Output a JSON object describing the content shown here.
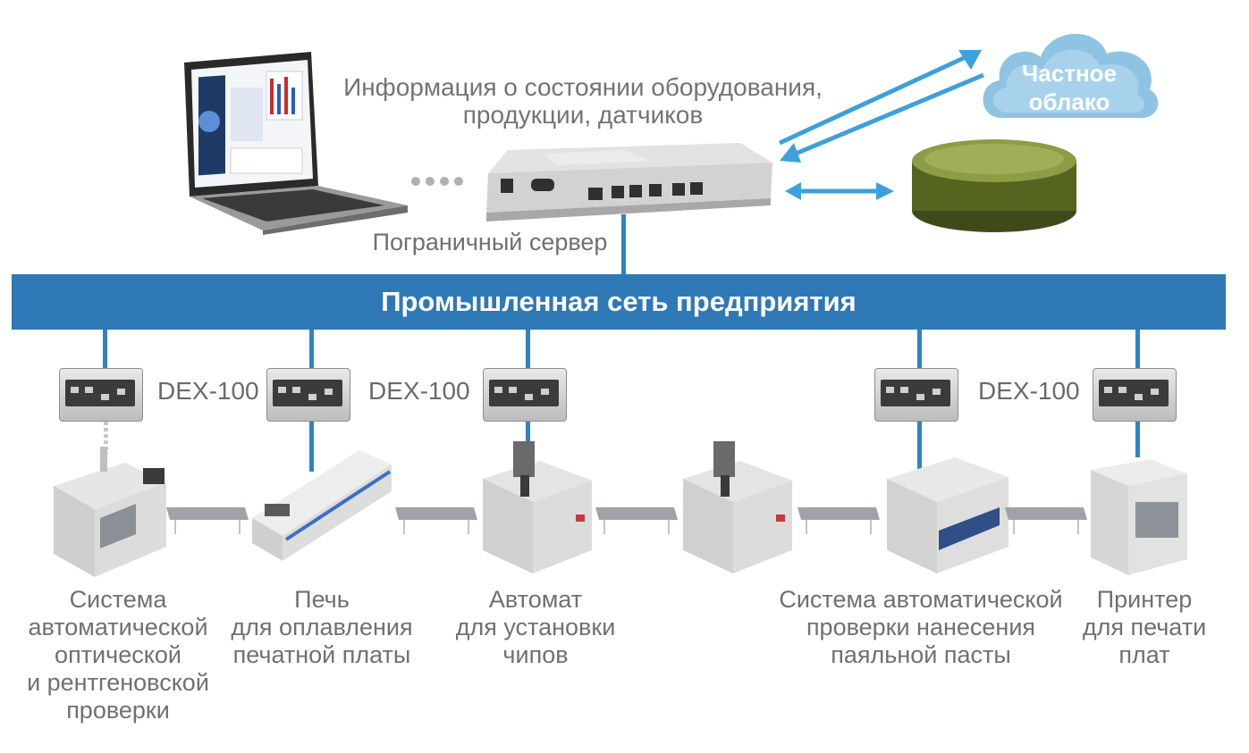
{
  "header": {
    "info_lines": [
      "Информация о состоянии оборудования,",
      "продукции, датчиков"
    ],
    "server_label": "Пограничный сервер",
    "cloud_lines": [
      "Частное",
      "облако"
    ]
  },
  "network": {
    "label": "Промышленная сеть предприятия"
  },
  "devices": {
    "dex_label": "DEX-100"
  },
  "machines": [
    {
      "lines": [
        "Система",
        "автоматической",
        "оптической",
        "и рентгеновской",
        "проверки"
      ]
    },
    {
      "lines": [
        "Печь",
        "для оплавления",
        "печатной платы"
      ]
    },
    {
      "lines": [
        "Автомат",
        "для установки",
        "чипов"
      ]
    },
    {
      "lines": [
        "Система автоматической",
        "проверки нанесения",
        "паяльной пасты"
      ]
    },
    {
      "lines": [
        "Принтер",
        "для печати",
        "плат"
      ]
    }
  ],
  "colors": {
    "network": "#2f78b6",
    "link": "#2f83c4",
    "caption": "#707070",
    "cloud": "#8fc3e2",
    "database": "#6b7a2a"
  }
}
